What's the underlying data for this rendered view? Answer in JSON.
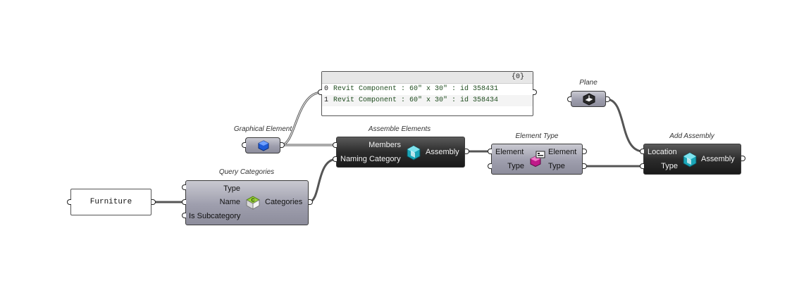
{
  "panel": {
    "path": "{0}",
    "items": [
      {
        "index": "0",
        "text": "Revit Component : 60\" x 30\" : id 358431"
      },
      {
        "index": "1",
        "text": "Revit Component : 60\" x 30\" : id 358434"
      }
    ]
  },
  "furniture": {
    "value": "Furniture"
  },
  "graphical_element": {
    "caption": "Graphical Element"
  },
  "query_categories": {
    "caption": "Query Categories",
    "inputs": [
      "Type",
      "Name",
      "Is Subcategory"
    ],
    "output": "Categories"
  },
  "assemble_elements": {
    "caption": "Assemble Elements",
    "inputs": [
      "Members",
      "Naming Category"
    ],
    "output": "Assembly"
  },
  "element_type": {
    "caption": "Element Type",
    "inputs": [
      "Element",
      "Type"
    ],
    "outputs": [
      "Element",
      "Type"
    ]
  },
  "plane": {
    "caption": "Plane"
  },
  "add_assembly": {
    "caption": "Add Assembly",
    "inputs": [
      "Location",
      "Type"
    ],
    "output": "Assembly"
  },
  "colors": {
    "wire": "#555555",
    "gray_component": "#9e9ead",
    "dark_component": "#2c2c2c",
    "text_green": "#1f4d1f"
  }
}
